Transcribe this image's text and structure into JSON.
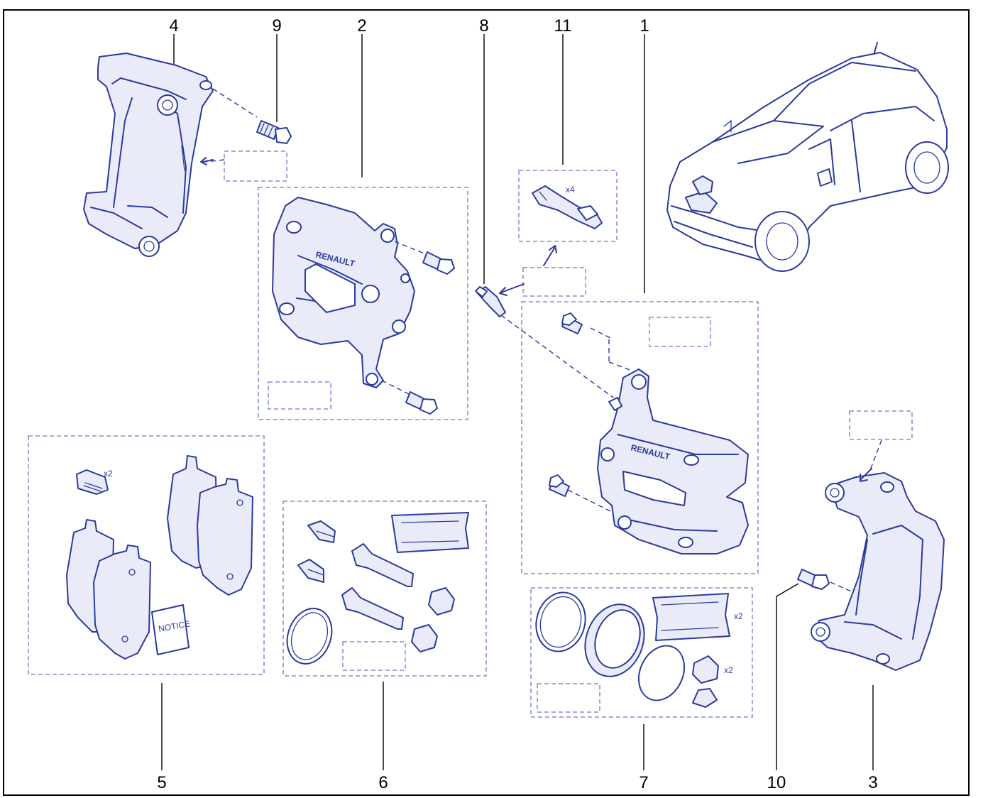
{
  "callouts": {
    "n4": "4",
    "n9": "9",
    "n2": "2",
    "n8": "8",
    "n11": "11",
    "n1": "1",
    "n5": "5",
    "n6": "6",
    "n7": "7",
    "n10": "10",
    "n3": "3"
  },
  "labels": {
    "qty_x4": "x4",
    "qty_x2_bolts": "x2",
    "qty_x2_seal": "x2",
    "qty_x2_cap": "x2",
    "notice": "NOTICE",
    "brand_caliper_left": "RENAULT",
    "brand_caliper_right": "RENAULT"
  },
  "colors": {
    "ink": "#2a3a9e",
    "frame": "#000000",
    "callout": "#000000"
  }
}
